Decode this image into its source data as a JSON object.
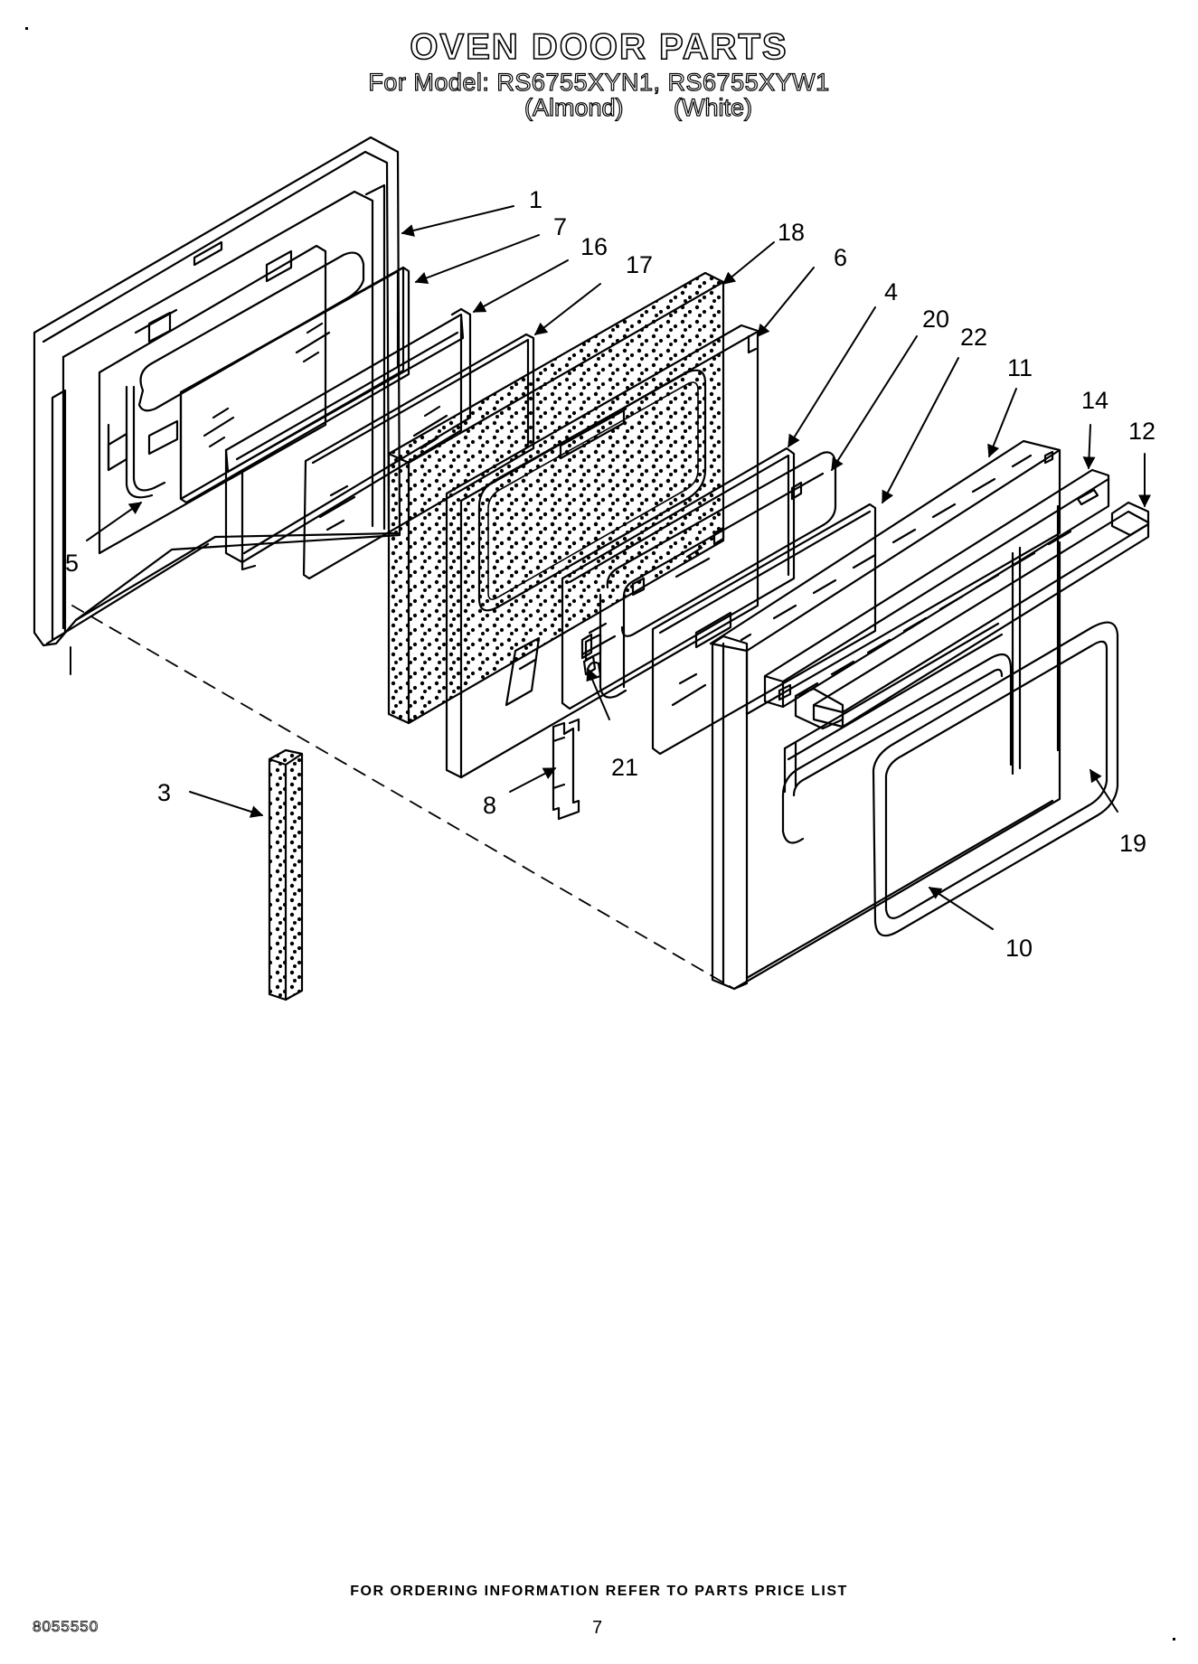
{
  "header": {
    "title": "OVEN DOOR PARTS",
    "model_line": "For Model: RS6755XYN1, RS6755XYW1",
    "color_1": "(Almond)",
    "color_2": "(White)"
  },
  "callouts": [
    "1",
    "7",
    "16",
    "17",
    "18",
    "6",
    "4",
    "20",
    "22",
    "11",
    "14",
    "12",
    "5",
    "3",
    "8",
    "21",
    "19",
    "10"
  ],
  "footer": {
    "ordering_text": "FOR ORDERING INFORMATION REFER TO PARTS PRICE LIST",
    "doc_number": "8055550",
    "page_number": "7"
  }
}
